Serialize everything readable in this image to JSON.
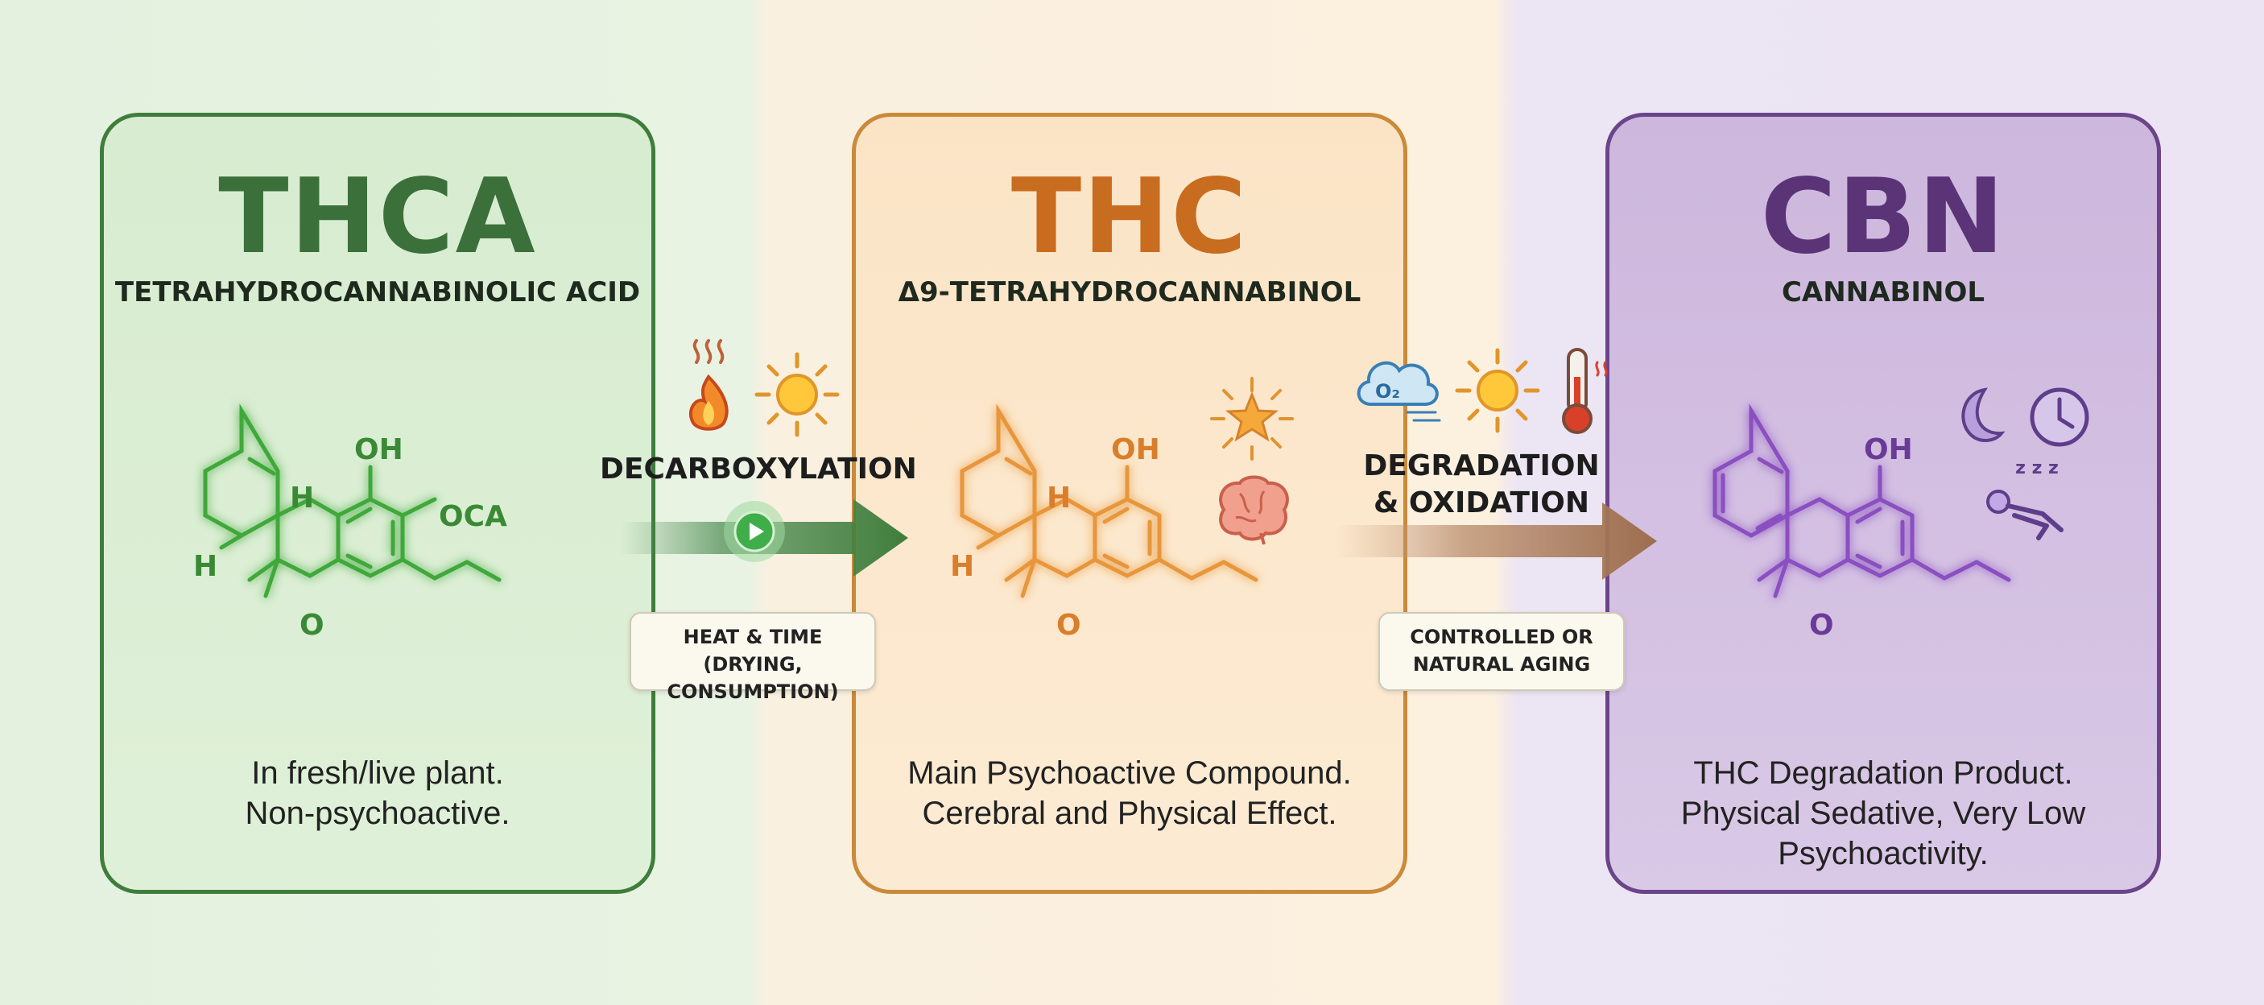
{
  "stages": [
    {
      "name": "THCA",
      "full_name": "TETRAHYDROCANNABINOLIC ACID",
      "structure_labels": {
        "oh": "OH",
        "h_upper": "H",
        "h_lower": "H",
        "oca": "OCA",
        "o": "O"
      },
      "description": [
        "In fresh/live plant.",
        "Non-psychoactive."
      ],
      "color": "#3b703a"
    },
    {
      "name": "THC",
      "full_name": "Δ9-TETRAHYDROCANNABINOL",
      "structure_labels": {
        "oh": "OH",
        "h_upper": "H",
        "h_lower": "H",
        "o": "O"
      },
      "description": [
        "Main Psychoactive Compound.",
        "Cerebral and Physical Effect."
      ],
      "color": "#c86c1f"
    },
    {
      "name": "CBN",
      "full_name": "CANNABINOL",
      "structure_labels": {
        "oh": "OH",
        "o": "O"
      },
      "description": [
        "THC Degradation Product.",
        "Physical Sedative, Very Low",
        "Psychoactivity."
      ],
      "color": "#5b3478"
    }
  ],
  "transitions": [
    {
      "label": "DECARBOXYLATION",
      "condition": [
        "HEAT & TIME",
        "(DRYING, CONSUMPTION)"
      ],
      "icons": [
        "heat-flame-icon",
        "sun-icon",
        "play-icon"
      ]
    },
    {
      "label": [
        "DEGRADATION",
        "& OXIDATION"
      ],
      "condition": [
        "CONTROLLED OR",
        "NATURAL AGING"
      ],
      "icons": [
        "oxygen-cloud-icon",
        "sun-icon",
        "thermometer-icon"
      ]
    }
  ],
  "effect_icons": {
    "thc": [
      "star-burst-icon",
      "brain-icon"
    ],
    "cbn": [
      "moon-icon",
      "clock-icon",
      "sleeping-person-icon"
    ],
    "cbn_zzz": "z z z"
  },
  "oxygen_label": "O₂",
  "colors": {
    "green": "#3f7d3c",
    "orange": "#c98a3a",
    "purple": "#6b4489",
    "arrow_green": "#4a8a4f",
    "arrow_brown": "#a07050"
  }
}
